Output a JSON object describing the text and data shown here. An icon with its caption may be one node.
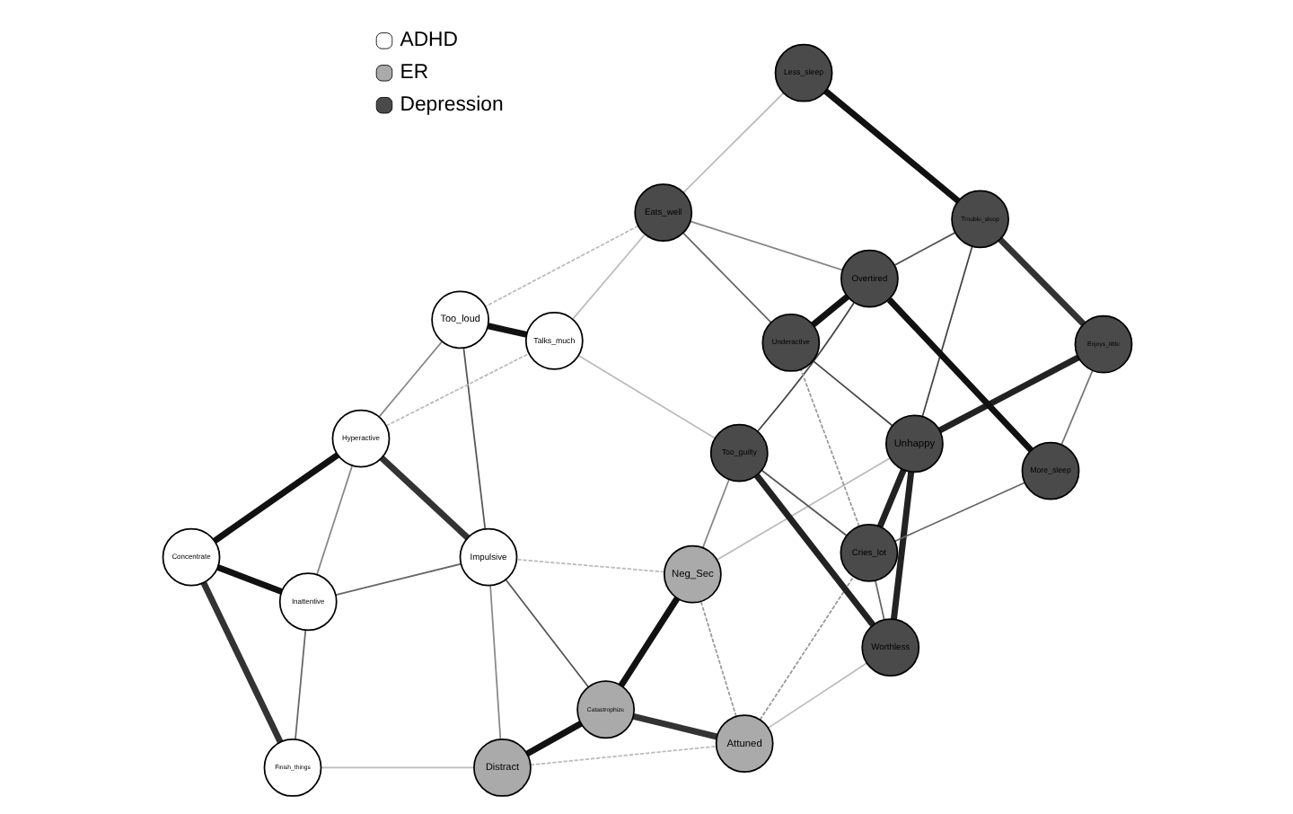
{
  "diagram": {
    "nodes": [
      {
        "text": [
          "Distract"
        ]
      },
      {
        "text": [
          "Finish_things"
        ]
      },
      {
        "text": [
          "Catastrophize"
        ]
      },
      {
        "text": [
          "Concentrate"
        ]
      },
      {
        "text": [
          "Inattentive"
        ]
      },
      {
        "text": [
          "Attuned"
        ]
      },
      {
        "text": [
          "Neg_Sec"
        ]
      },
      {
        "text": [
          "Impulsive"
        ]
      },
      {
        "text": [
          "Hyperactive"
        ]
      },
      {
        "text": [
          "Worthless"
        ]
      },
      {
        "text": [
          "Too_guilty"
        ]
      },
      {
        "text": [
          "Talks_much"
        ]
      },
      {
        "text": [
          "Too_loud"
        ]
      },
      {
        "text": [
          "Cries_lot"
        ]
      },
      {
        "text": [
          "Underactive"
        ]
      },
      {
        "text": [
          "Unhappy"
        ]
      },
      {
        "text": [
          "Overtired"
        ]
      },
      {
        "text": [
          "Eats_well"
        ]
      },
      {
        "text": [
          "More_sleep"
        ]
      },
      {
        "text": [
          "Enjoys_little"
        ]
      },
      {
        "text": [
          "Trouble_sleep"
        ]
      },
      {
        "text": [
          "Less_sleep"
        ]
      }
    ],
    "edges": [
      {
        "from": 0,
        "to": 2,
        "arrow": "none",
        "style": "thick",
        "color": "#111111"
      },
      {
        "from": 2,
        "to": 6,
        "arrow": "none",
        "style": "thick",
        "color": "#111111"
      },
      {
        "from": 2,
        "to": 5,
        "arrow": "none",
        "style": "thick",
        "color": "#333333"
      },
      {
        "from": 1,
        "to": 3,
        "arrow": "none",
        "style": "thick",
        "color": "#333333"
      },
      {
        "from": 4,
        "to": 3,
        "arrow": "none",
        "style": "thick",
        "color": "#111111"
      },
      {
        "from": 3,
        "to": 8,
        "arrow": "none",
        "style": "thick",
        "color": "#111111"
      },
      {
        "from": 7,
        "to": 8,
        "arrow": "none",
        "style": "thick",
        "color": "#333333"
      },
      {
        "from": 1,
        "to": 4,
        "arrow": "none",
        "color": "#666666"
      },
      {
        "from": 4,
        "to": 7,
        "arrow": "none",
        "color": "#666666"
      },
      {
        "from": 11,
        "to": 12,
        "arrow": "none",
        "style": "thick",
        "color": "#111111"
      },
      {
        "from": 7,
        "to": 12,
        "arrow": "none",
        "color": "#555555"
      },
      {
        "from": 8,
        "to": 12,
        "arrow": "none",
        "color": "#888888"
      },
      {
        "from": 0,
        "to": 1,
        "arrow": "none"
      },
      {
        "from": 0,
        "to": 7,
        "arrow": "none",
        "color": "#888888"
      },
      {
        "from": 2,
        "to": 7,
        "arrow": "none",
        "color": "#555555"
      },
      {
        "from": 9,
        "to": 10,
        "arrow": "none",
        "style": "thick",
        "color": "#222222"
      },
      {
        "from": 13,
        "to": 9,
        "arrow": "none",
        "color": "#666666"
      },
      {
        "from": 13,
        "to": 10,
        "arrow": "none",
        "color": "#555555"
      },
      {
        "from": 13,
        "to": 15,
        "arrow": "none",
        "style": "thick",
        "color": "#222222"
      },
      {
        "from": 9,
        "to": 15,
        "arrow": "none",
        "style": "thick",
        "color": "#222222"
      },
      {
        "from": 10,
        "to": 16,
        "arrow": "none",
        "color": "#444444"
      },
      {
        "from": 15,
        "to": 14,
        "arrow": "none",
        "color": "#444444"
      },
      {
        "from": 14,
        "to": 16,
        "arrow": "none",
        "style": "thick",
        "color": "#111111"
      },
      {
        "from": 16,
        "to": 18,
        "arrow": "none",
        "style": "thick",
        "color": "#111111"
      },
      {
        "from": 15,
        "to": 19,
        "arrow": "none",
        "style": "thick",
        "color": "#222222"
      },
      {
        "from": 15,
        "to": 20,
        "arrow": "none",
        "color": "#444444"
      },
      {
        "from": 19,
        "to": 20,
        "arrow": "none",
        "style": "thick",
        "color": "#333333"
      },
      {
        "from": 20,
        "to": 21,
        "arrow": "none",
        "style": "thick",
        "color": "#111111"
      },
      {
        "from": 16,
        "to": 20,
        "arrow": "none",
        "color": "#555555"
      },
      {
        "from": 13,
        "to": 18,
        "arrow": "none",
        "color": "#666666"
      },
      {
        "from": 18,
        "to": 19,
        "arrow": "none",
        "color": "#777777"
      },
      {
        "from": 16,
        "to": 17,
        "arrow": "none",
        "color": "#888888"
      },
      {
        "from": 14,
        "to": 17,
        "arrow": "none",
        "color": "#666666"
      },
      {
        "from": 21,
        "to": 17,
        "arrow": "none"
      },
      {
        "from": 13,
        "to": 14,
        "arrow": "none",
        "style": "dashed",
        "color": "#999999"
      },
      {
        "from": 5,
        "to": 6,
        "arrow": "none",
        "style": "dashed",
        "color": "#999999"
      },
      {
        "from": 0,
        "to": 5,
        "arrow": "none",
        "style": "dashed"
      },
      {
        "from": 17,
        "to": 12,
        "arrow": "none",
        "style": "dashed"
      },
      {
        "from": 11,
        "to": 17,
        "arrow": "none"
      },
      {
        "from": 8,
        "to": 11,
        "arrow": "none",
        "style": "dashed"
      },
      {
        "from": 5,
        "to": 13,
        "arrow": "none",
        "style": "dashed",
        "color": "#999999"
      },
      {
        "from": 10,
        "to": 11,
        "arrow": "none"
      },
      {
        "from": 5,
        "to": 9,
        "arrow": "none"
      },
      {
        "from": 6,
        "to": 7,
        "arrow": "none",
        "style": "dashed"
      },
      {
        "from": 6,
        "to": 10,
        "arrow": "none",
        "color": "#888888"
      },
      {
        "from": 6,
        "to": 15,
        "arrow": "none"
      },
      {
        "from": 4,
        "to": 8,
        "arrow": "none",
        "color": "#888888"
      }
    ],
    "legend": [
      {
        "text": "ADHD",
        "color": "#ffffff"
      },
      {
        "text": "ER",
        "color": "#aaaaaa"
      },
      {
        "text": "Depression",
        "color": "#4a4a4a"
      }
    ]
  }
}
